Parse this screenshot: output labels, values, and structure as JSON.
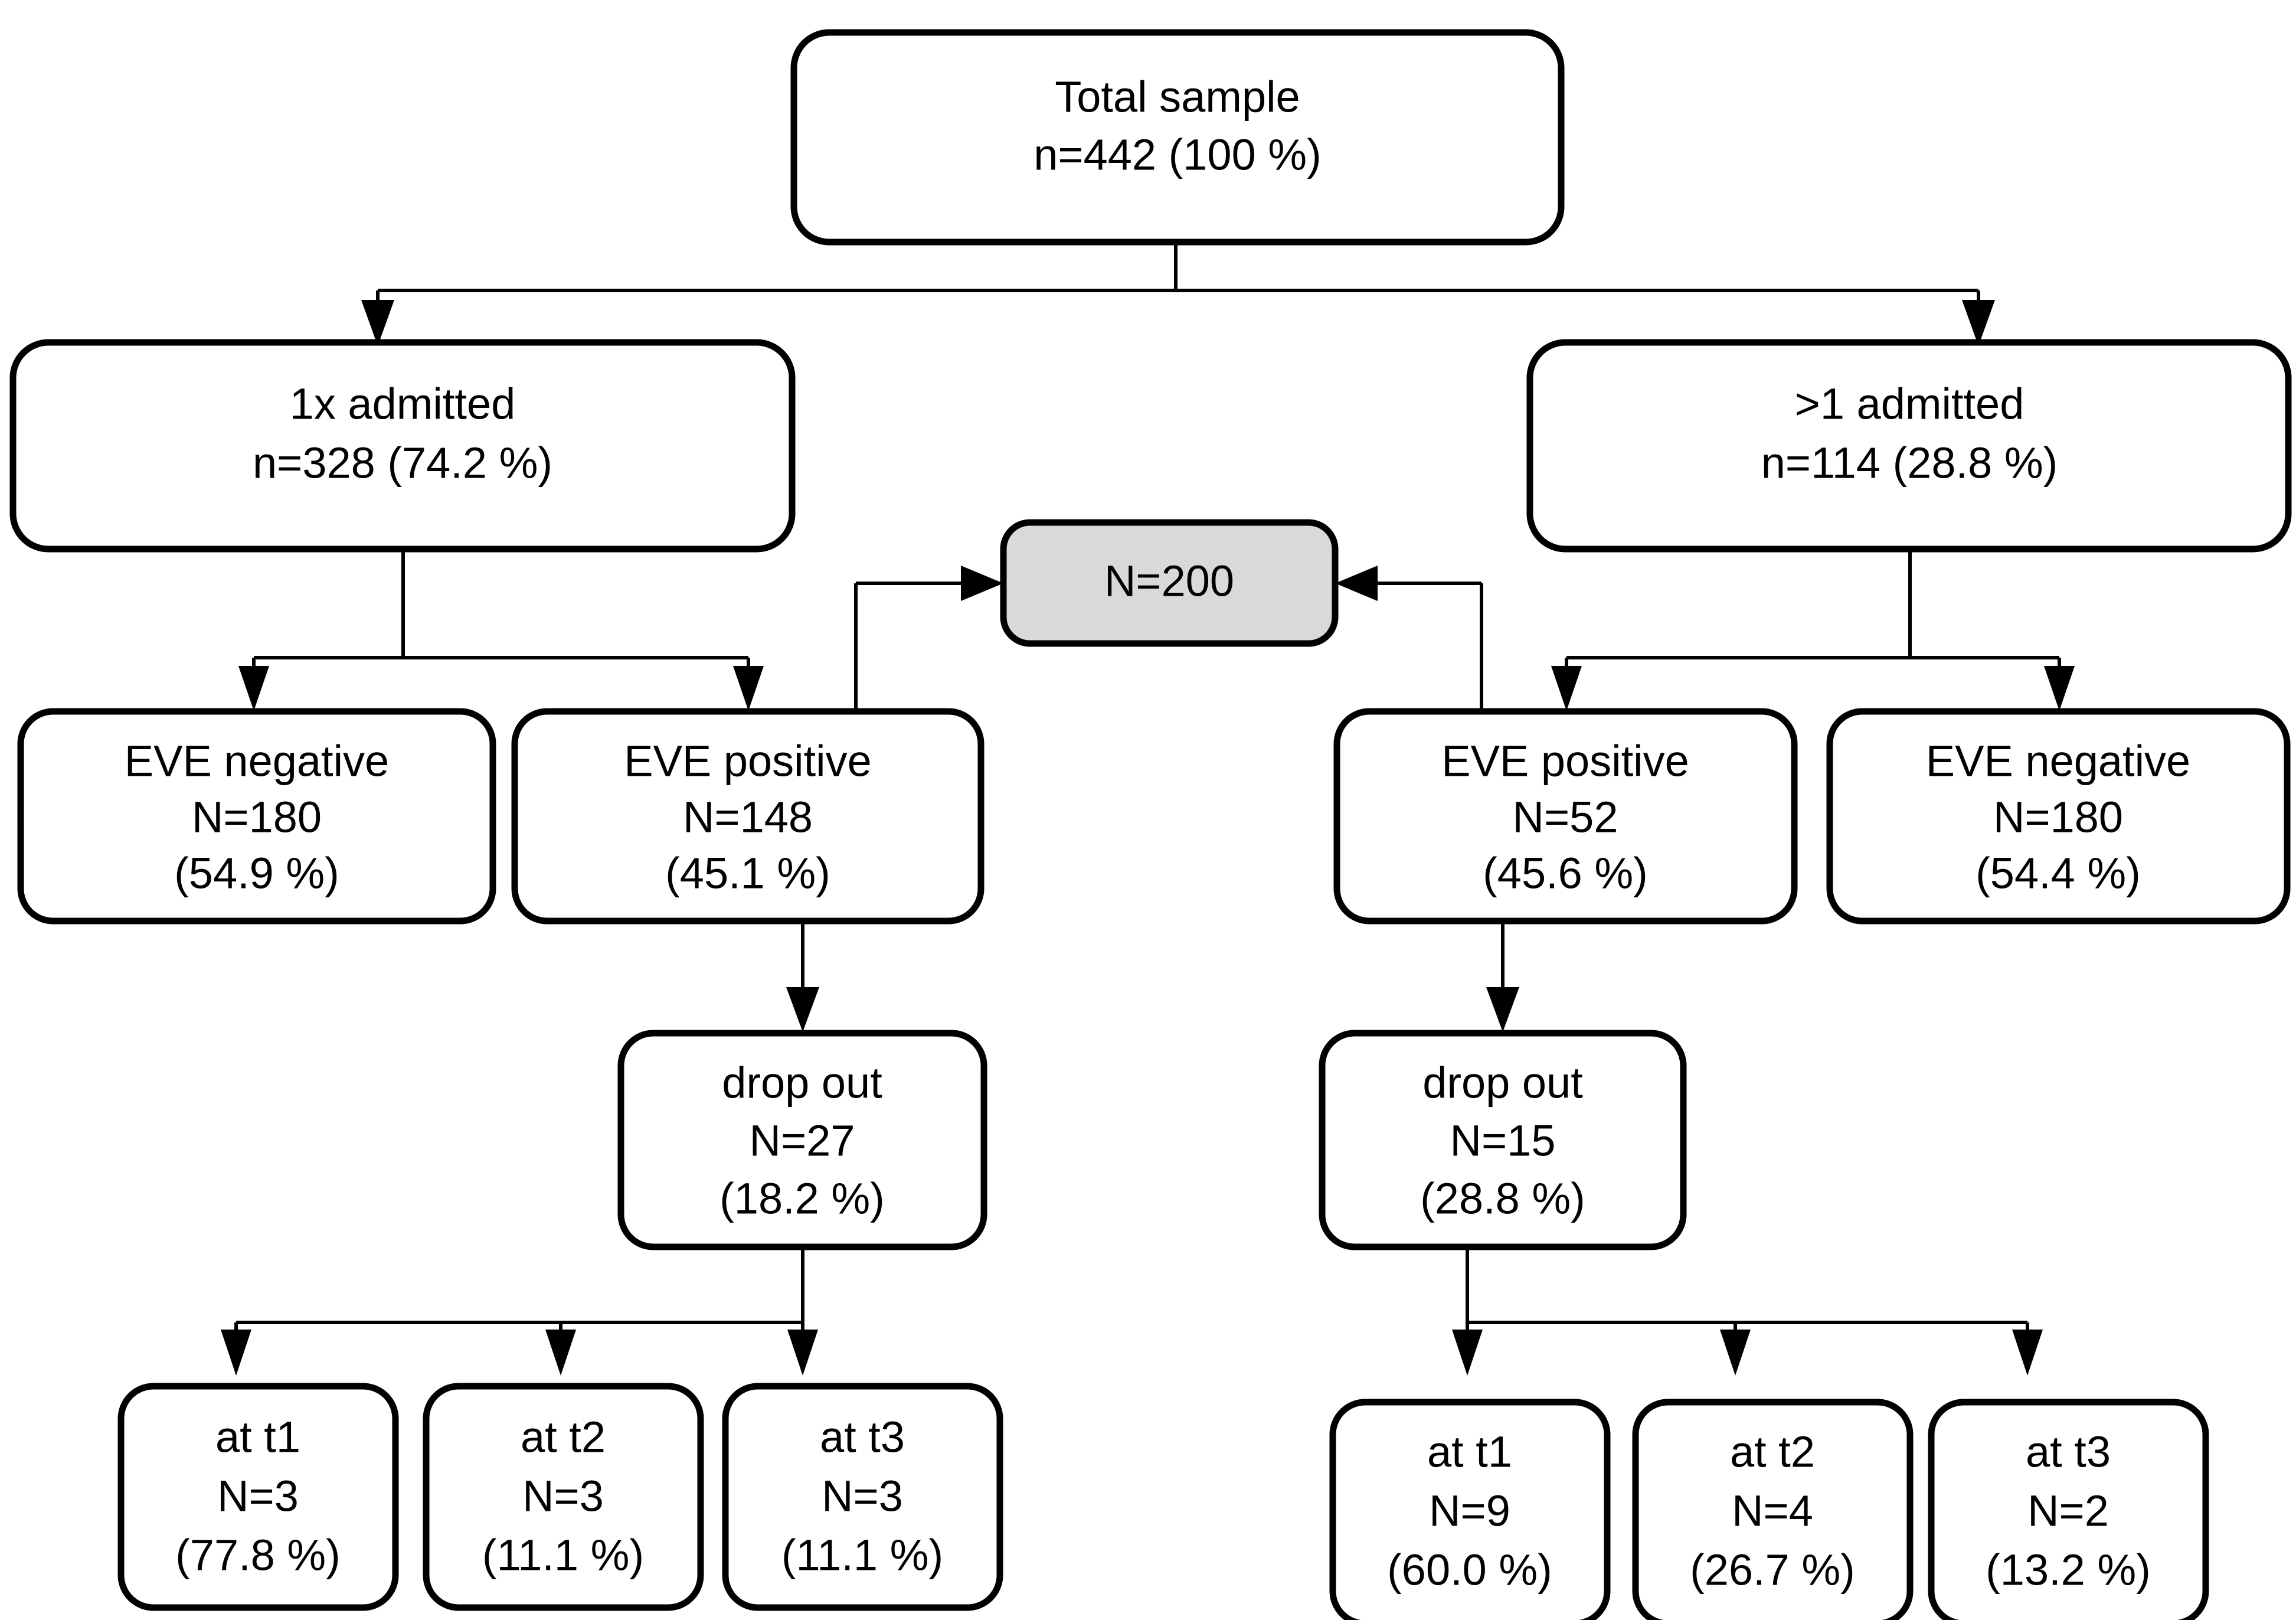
{
  "diagram": {
    "title": "Study sample flow chart",
    "style": {
      "box_fill": "#ffffff",
      "box_fill_highlight": "#d9d9d9",
      "line_color": "#000000"
    },
    "nodes": {
      "total": {
        "line1": "Total sample",
        "line2": "n=442 (100 %)"
      },
      "admit_1x": {
        "line1": "1x admitted",
        "line2": "n=328 (74.2 %)"
      },
      "admit_gt1": {
        "line1": ">1 admitted",
        "line2": "n=114 (28.8 %)"
      },
      "pooled": {
        "line1": "N=200"
      },
      "left_eve_neg": {
        "line1": "EVE negative",
        "line2": "N=180",
        "line3": "(54.9 %)"
      },
      "left_eve_pos": {
        "line1": "EVE positive",
        "line2": "N=148",
        "line3": "(45.1 %)"
      },
      "right_eve_pos": {
        "line1": "EVE positive",
        "line2": "N=52",
        "line3": "(45.6 %)"
      },
      "right_eve_neg": {
        "line1": "EVE negative",
        "line2": "N=180",
        "line3": "(54.4 %)"
      },
      "left_dropout": {
        "line1": "drop out",
        "line2": "N=27",
        "line3": "(18.2 %)"
      },
      "right_dropout": {
        "line1": "drop out",
        "line2": "N=15",
        "line3": "(28.8 %)"
      },
      "left_t1": {
        "line1": "at t1",
        "line2": "N=3",
        "line3": "(77.8 %)"
      },
      "left_t2": {
        "line1": "at t2",
        "line2": "N=3",
        "line3": "(11.1 %)"
      },
      "left_t3": {
        "line1": "at t3",
        "line2": "N=3",
        "line3": "(11.1 %)"
      },
      "right_t1": {
        "line1": "at t1",
        "line2": "N=9",
        "line3": "(60.0 %)"
      },
      "right_t2": {
        "line1": "at t2",
        "line2": "N=4",
        "line3": "(26.7 %)"
      },
      "right_t3": {
        "line1": "at t3",
        "line2": "N=2",
        "line3": "(13.2 %)"
      }
    }
  },
  "chart_data": {
    "type": "diagram",
    "title": "Total sample flow",
    "levels": [
      {
        "level": 0,
        "items": [
          {
            "label": "Total sample",
            "n": 442,
            "percent": 100.0
          }
        ]
      },
      {
        "level": 1,
        "items": [
          {
            "label": "1x admitted",
            "n": 328,
            "percent": 74.2
          },
          {
            "label": ">1 admitted",
            "n": 114,
            "percent": 28.8
          }
        ]
      },
      {
        "level": 2,
        "items": [
          {
            "label": "EVE negative",
            "n": 180,
            "percent": 54.9,
            "parent": "1x admitted"
          },
          {
            "label": "EVE positive",
            "n": 148,
            "percent": 45.1,
            "parent": "1x admitted"
          },
          {
            "label": "EVE positive",
            "n": 52,
            "percent": 45.6,
            "parent": ">1 admitted"
          },
          {
            "label": "EVE negative",
            "n": 180,
            "percent": 54.4,
            "parent": ">1 admitted"
          }
        ]
      },
      {
        "level": 3,
        "items": [
          {
            "label": "drop out",
            "n": 27,
            "percent": 18.2,
            "parent": "EVE positive (1x)"
          },
          {
            "label": "drop out",
            "n": 15,
            "percent": 28.8,
            "parent": "EVE positive (>1)"
          }
        ]
      },
      {
        "level": 4,
        "items": [
          {
            "label": "at t1",
            "n": 3,
            "percent": 77.8,
            "parent": "drop out (27)"
          },
          {
            "label": "at t2",
            "n": 3,
            "percent": 11.1,
            "parent": "drop out (27)"
          },
          {
            "label": "at t3",
            "n": 3,
            "percent": 11.1,
            "parent": "drop out (27)"
          },
          {
            "label": "at t1",
            "n": 9,
            "percent": 60.0,
            "parent": "drop out (15)"
          },
          {
            "label": "at t2",
            "n": 4,
            "percent": 26.7,
            "parent": "drop out (15)"
          },
          {
            "label": "at t3",
            "n": 2,
            "percent": 13.2,
            "parent": "drop out (15)"
          }
        ]
      },
      {
        "level": "pooled",
        "items": [
          {
            "label": "N=200",
            "n": 200,
            "highlight": true
          }
        ]
      }
    ]
  }
}
